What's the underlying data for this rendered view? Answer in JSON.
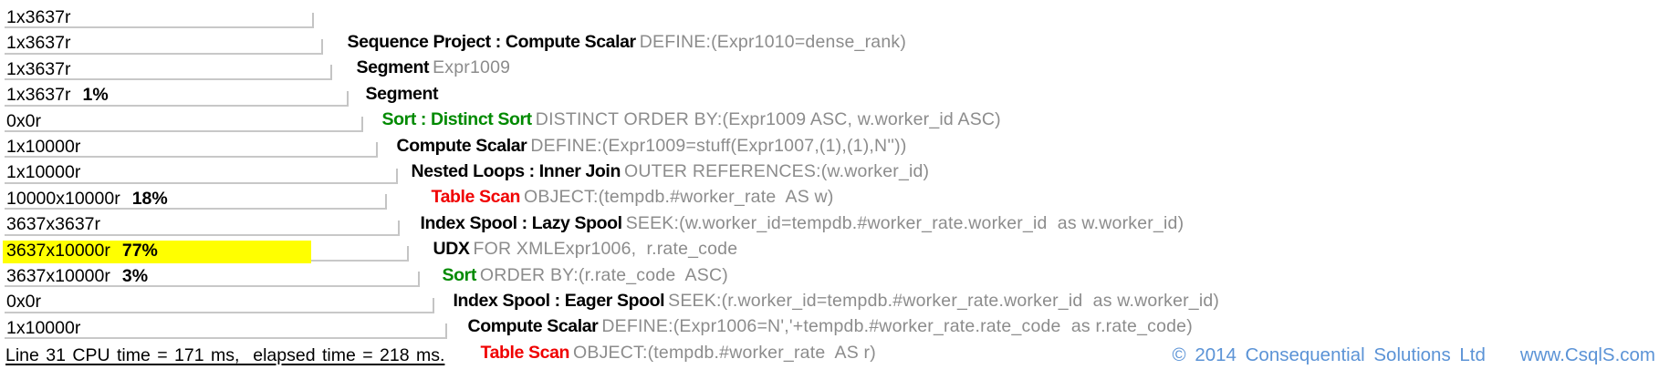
{
  "colors": {
    "operator_black": "#000000",
    "operator_green": "#008a00",
    "operator_red": "#f00000",
    "detail_gray": "#8c8c8c",
    "indent_bar_gray": "#c8c8c8",
    "highlight_yellow": "#ffff00",
    "footer_blue": "#5b93d6"
  },
  "rows": [
    {
      "label": "1x3637r",
      "pct": "",
      "op": "Sequence Project : Compute Scalar",
      "color": "black",
      "detail": "DEFINE:(Expr1010=dense_rank)",
      "indent": 348,
      "highlight": false
    },
    {
      "label": "1x3637r",
      "pct": "",
      "op": "Segment",
      "color": "black",
      "detail": "Expr1009",
      "indent": 358,
      "highlight": false
    },
    {
      "label": "1x3637r",
      "pct": "",
      "op": "Segment",
      "color": "black",
      "detail": "",
      "indent": 368,
      "highlight": false
    },
    {
      "label": "1x3637r",
      "pct": "1%",
      "op": "Sort : Distinct Sort",
      "color": "green",
      "detail": "DISTINCT ORDER BY:(Expr1009 ASC, w.worker_id ASC)",
      "indent": 386,
      "highlight": false
    },
    {
      "label": "0x0r",
      "pct": "",
      "op": "Compute Scalar",
      "color": "black",
      "detail": "DEFINE:(Expr1009=stuff(Expr1007,(1),(1),N''))",
      "indent": 402,
      "highlight": false
    },
    {
      "label": "1x10000r",
      "pct": "",
      "op": "Nested Loops : Inner Join",
      "color": "black",
      "detail": "OUTER REFERENCES:(w.worker_id)",
      "indent": 418,
      "highlight": false
    },
    {
      "label": "1x10000r",
      "pct": "",
      "op": "Table Scan",
      "color": "red",
      "detail": "OBJECT:(tempdb.#worker_rate  AS w)",
      "indent": 440,
      "highlight": false
    },
    {
      "label": "10000x10000r",
      "pct": "18%",
      "op": "Index Spool : Lazy Spool",
      "color": "black",
      "detail": "SEEK:(w.worker_id=tempdb.#worker_rate.worker_id  as w.worker_id)",
      "indent": 428,
      "highlight": false
    },
    {
      "label": "3637x3637r",
      "pct": "",
      "op": "UDX",
      "color": "black",
      "detail": "FOR XMLExpr1006,  r.rate_code",
      "indent": 442,
      "highlight": false
    },
    {
      "label": "3637x10000r",
      "pct": "77%",
      "op": "Sort",
      "color": "green",
      "detail": "ORDER BY:(r.rate_code  ASC)",
      "indent": 452,
      "highlight": true
    },
    {
      "label": "3637x10000r",
      "pct": "3%",
      "op": "Index Spool : Eager Spool",
      "color": "black",
      "detail": "SEEK:(r.worker_id=tempdb.#worker_rate.worker_id  as w.worker_id)",
      "indent": 464,
      "highlight": false
    },
    {
      "label": "0x0r",
      "pct": "",
      "op": "Compute Scalar",
      "color": "black",
      "detail": "DEFINE:(Expr1006=N','+tempdb.#worker_rate.rate_code  as r.rate_code)",
      "indent": 480,
      "highlight": false
    },
    {
      "label": "1x10000r",
      "pct": "",
      "op": "Table Scan",
      "color": "red",
      "detail": "OBJECT:(tempdb.#worker_rate  AS r)",
      "indent": 494,
      "highlight": false
    }
  ],
  "footer": {
    "stats": "Line 31 CPU time = 171 ms,  elapsed time = 218 ms.",
    "copyright": "© 2014 Consequential Solutions Ltd",
    "website": "www.CsqlS.com"
  }
}
